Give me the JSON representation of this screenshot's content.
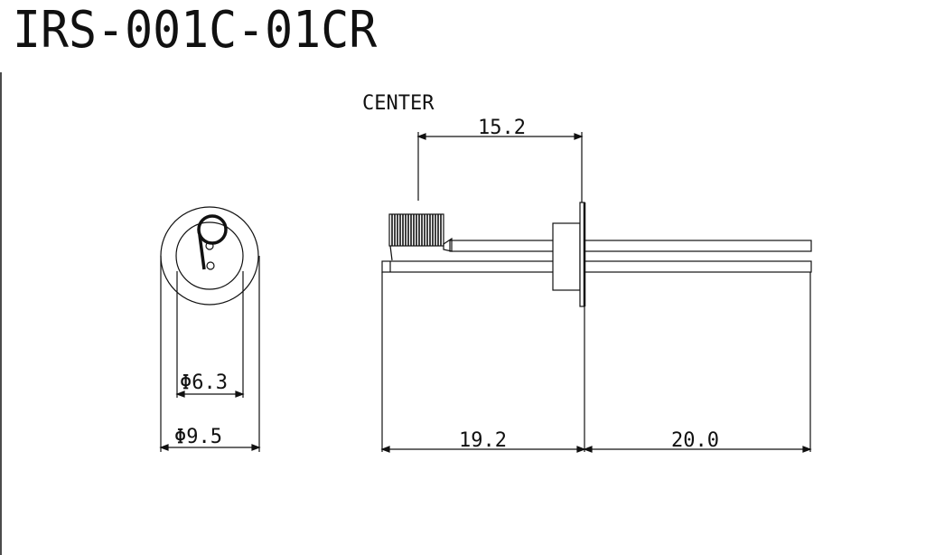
{
  "drawing": {
    "part_number": "IRS-001C-01CR",
    "center_label": "CENTER",
    "dims": {
      "center_offset": "15.2",
      "inner_diameter": "6.3",
      "outer_diameter": "9.5",
      "rear_length": "19.2",
      "front_length": "20.0"
    },
    "diameter_symbol": "Φ"
  }
}
